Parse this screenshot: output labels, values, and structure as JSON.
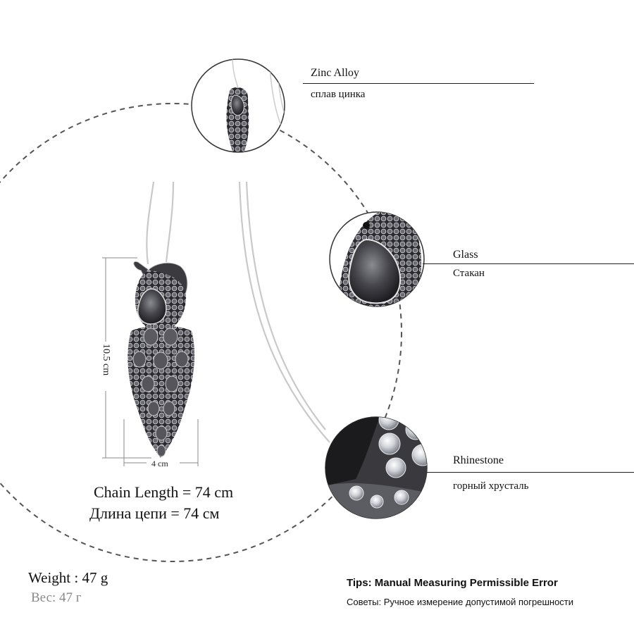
{
  "callouts": {
    "material": {
      "en": "Zinc Alloy",
      "ru": "сплав цинка"
    },
    "glass": {
      "en": "Glass",
      "ru": "Стакан"
    },
    "rhinestone": {
      "en": "Rhinestone",
      "ru": "горный хрусталь"
    }
  },
  "dimensions": {
    "height": "10.5 cm",
    "width": "4 cm"
  },
  "chain": {
    "en": "Chain Length = 74 cm",
    "ru": "Длина цепи = 74 см"
  },
  "weight": {
    "en": "Weight : 47 g",
    "ru": "Вес: 47 г"
  },
  "tips": {
    "en": "Tips: Manual Measuring Permissible Error",
    "ru": "Советы: Ручное измерение допустимой погрешности"
  },
  "colors": {
    "text": "#111111",
    "weight_ru": "#8a8a8a",
    "rule": "#222222",
    "dash": "#555555",
    "stone": "#4a4a4e"
  }
}
